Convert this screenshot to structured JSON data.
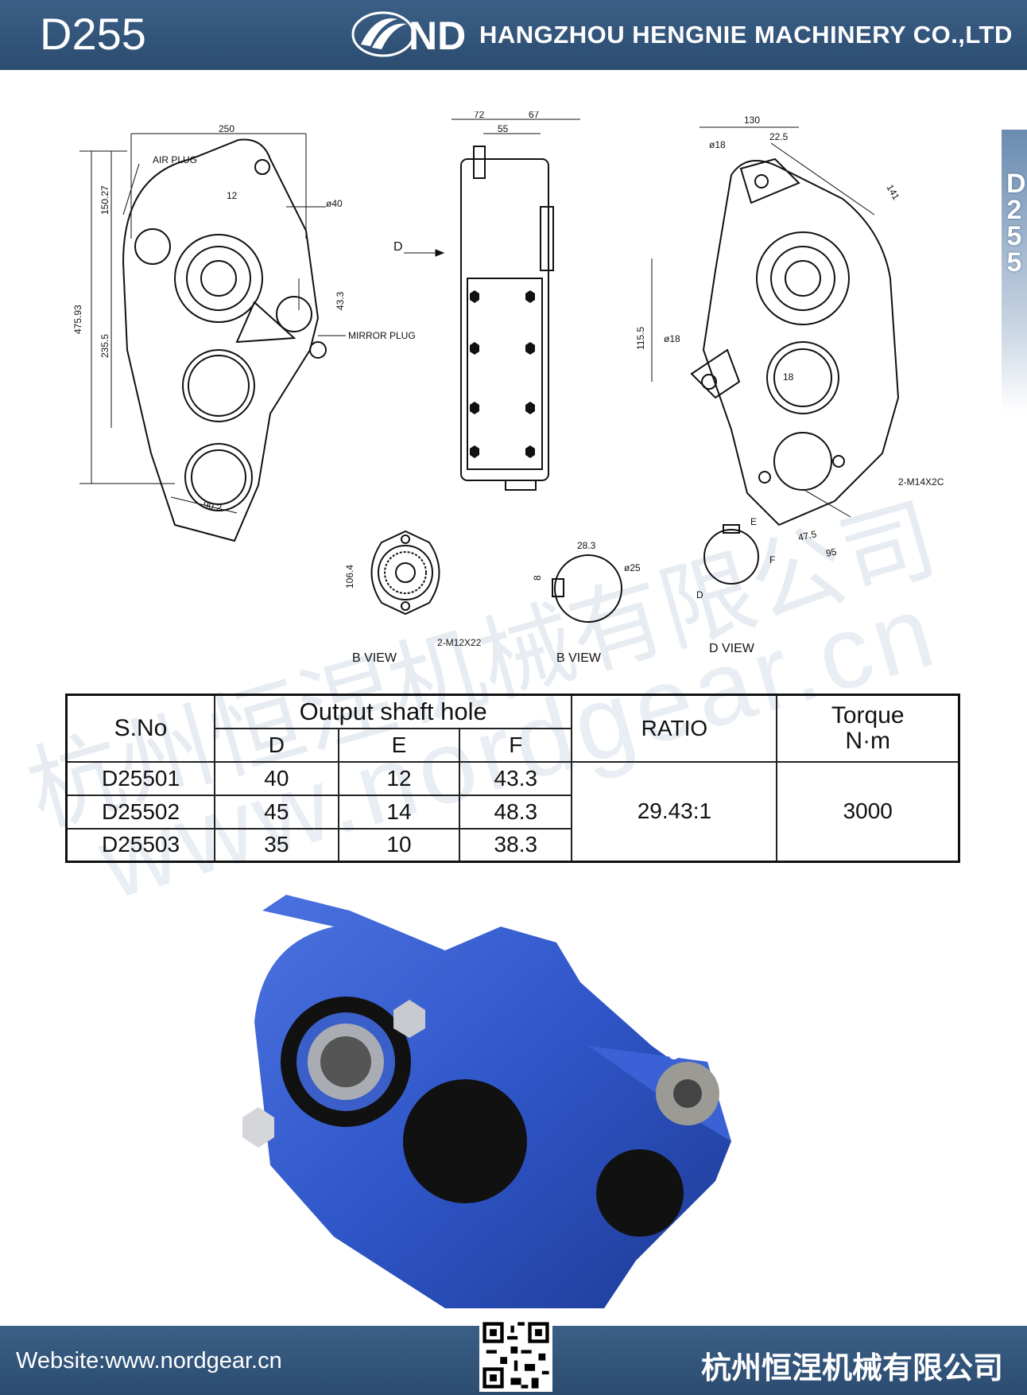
{
  "header": {
    "model": "D255",
    "logo_text": "ND",
    "company": "HANGZHOU HENGNIE MACHINERY CO.,LTD"
  },
  "side_tab": {
    "label": "D255"
  },
  "drawing": {
    "front": {
      "dim_width": "250",
      "dim_height": "475.93",
      "dim_upper": "150.27",
      "dim_lower": "235.5",
      "dim_bottom": "90.2",
      "dim_shaft_offset": "43.3",
      "dim_key": "12",
      "dim_bore": "ø40",
      "air_plug": "AIR PLUG",
      "mirror_plug": "MIRROR PLUG"
    },
    "side": {
      "dim_72": "72",
      "dim_67": "67",
      "dim_55": "55",
      "view_arrow": "D"
    },
    "rear": {
      "dim_130": "130",
      "dim_22_5": "22.5",
      "dim_141": "141",
      "dim_phi18_top": "ø18",
      "dim_phi18_mid": "ø18",
      "dim_115_5": "115.5",
      "dim_18": "18",
      "dim_47_5": "47.5",
      "dim_95": "95",
      "thread": "2-M14X2C"
    },
    "b_view": {
      "dim_106_4": "106.4",
      "thread": "2-M12X22",
      "label": "B VIEW"
    },
    "b_view2": {
      "dim_28_3": "28.3",
      "dim_8": "8",
      "dim_25": "ø25",
      "label": "B VIEW"
    },
    "d_view": {
      "label": "D VIEW",
      "e": "E",
      "f": "F",
      "d": "D"
    }
  },
  "watermark": {
    "cn": "杭州恒涅机械有限公司",
    "url": "www.nordgear.cn"
  },
  "table": {
    "headers": {
      "sno": "S.No",
      "output": "Output shaft hole",
      "d": "D",
      "e": "E",
      "f": "F",
      "ratio": "RATIO",
      "torque_1": "Torque",
      "torque_2": "N·m"
    },
    "rows": [
      {
        "sno": "D25501",
        "d": "40",
        "e": "12",
        "f": "43.3"
      },
      {
        "sno": "D25502",
        "d": "45",
        "e": "14",
        "f": "48.3"
      },
      {
        "sno": "D25503",
        "d": "35",
        "e": "10",
        "f": "38.3"
      }
    ],
    "ratio": "29.43:1",
    "torque": "3000"
  },
  "footer": {
    "website": "Website:www.nordgear.cn",
    "company_cn": "杭州恒涅机械有限公司"
  },
  "colors": {
    "brand_blue": "#2c4c70",
    "product_blue": "#2f56c8"
  }
}
